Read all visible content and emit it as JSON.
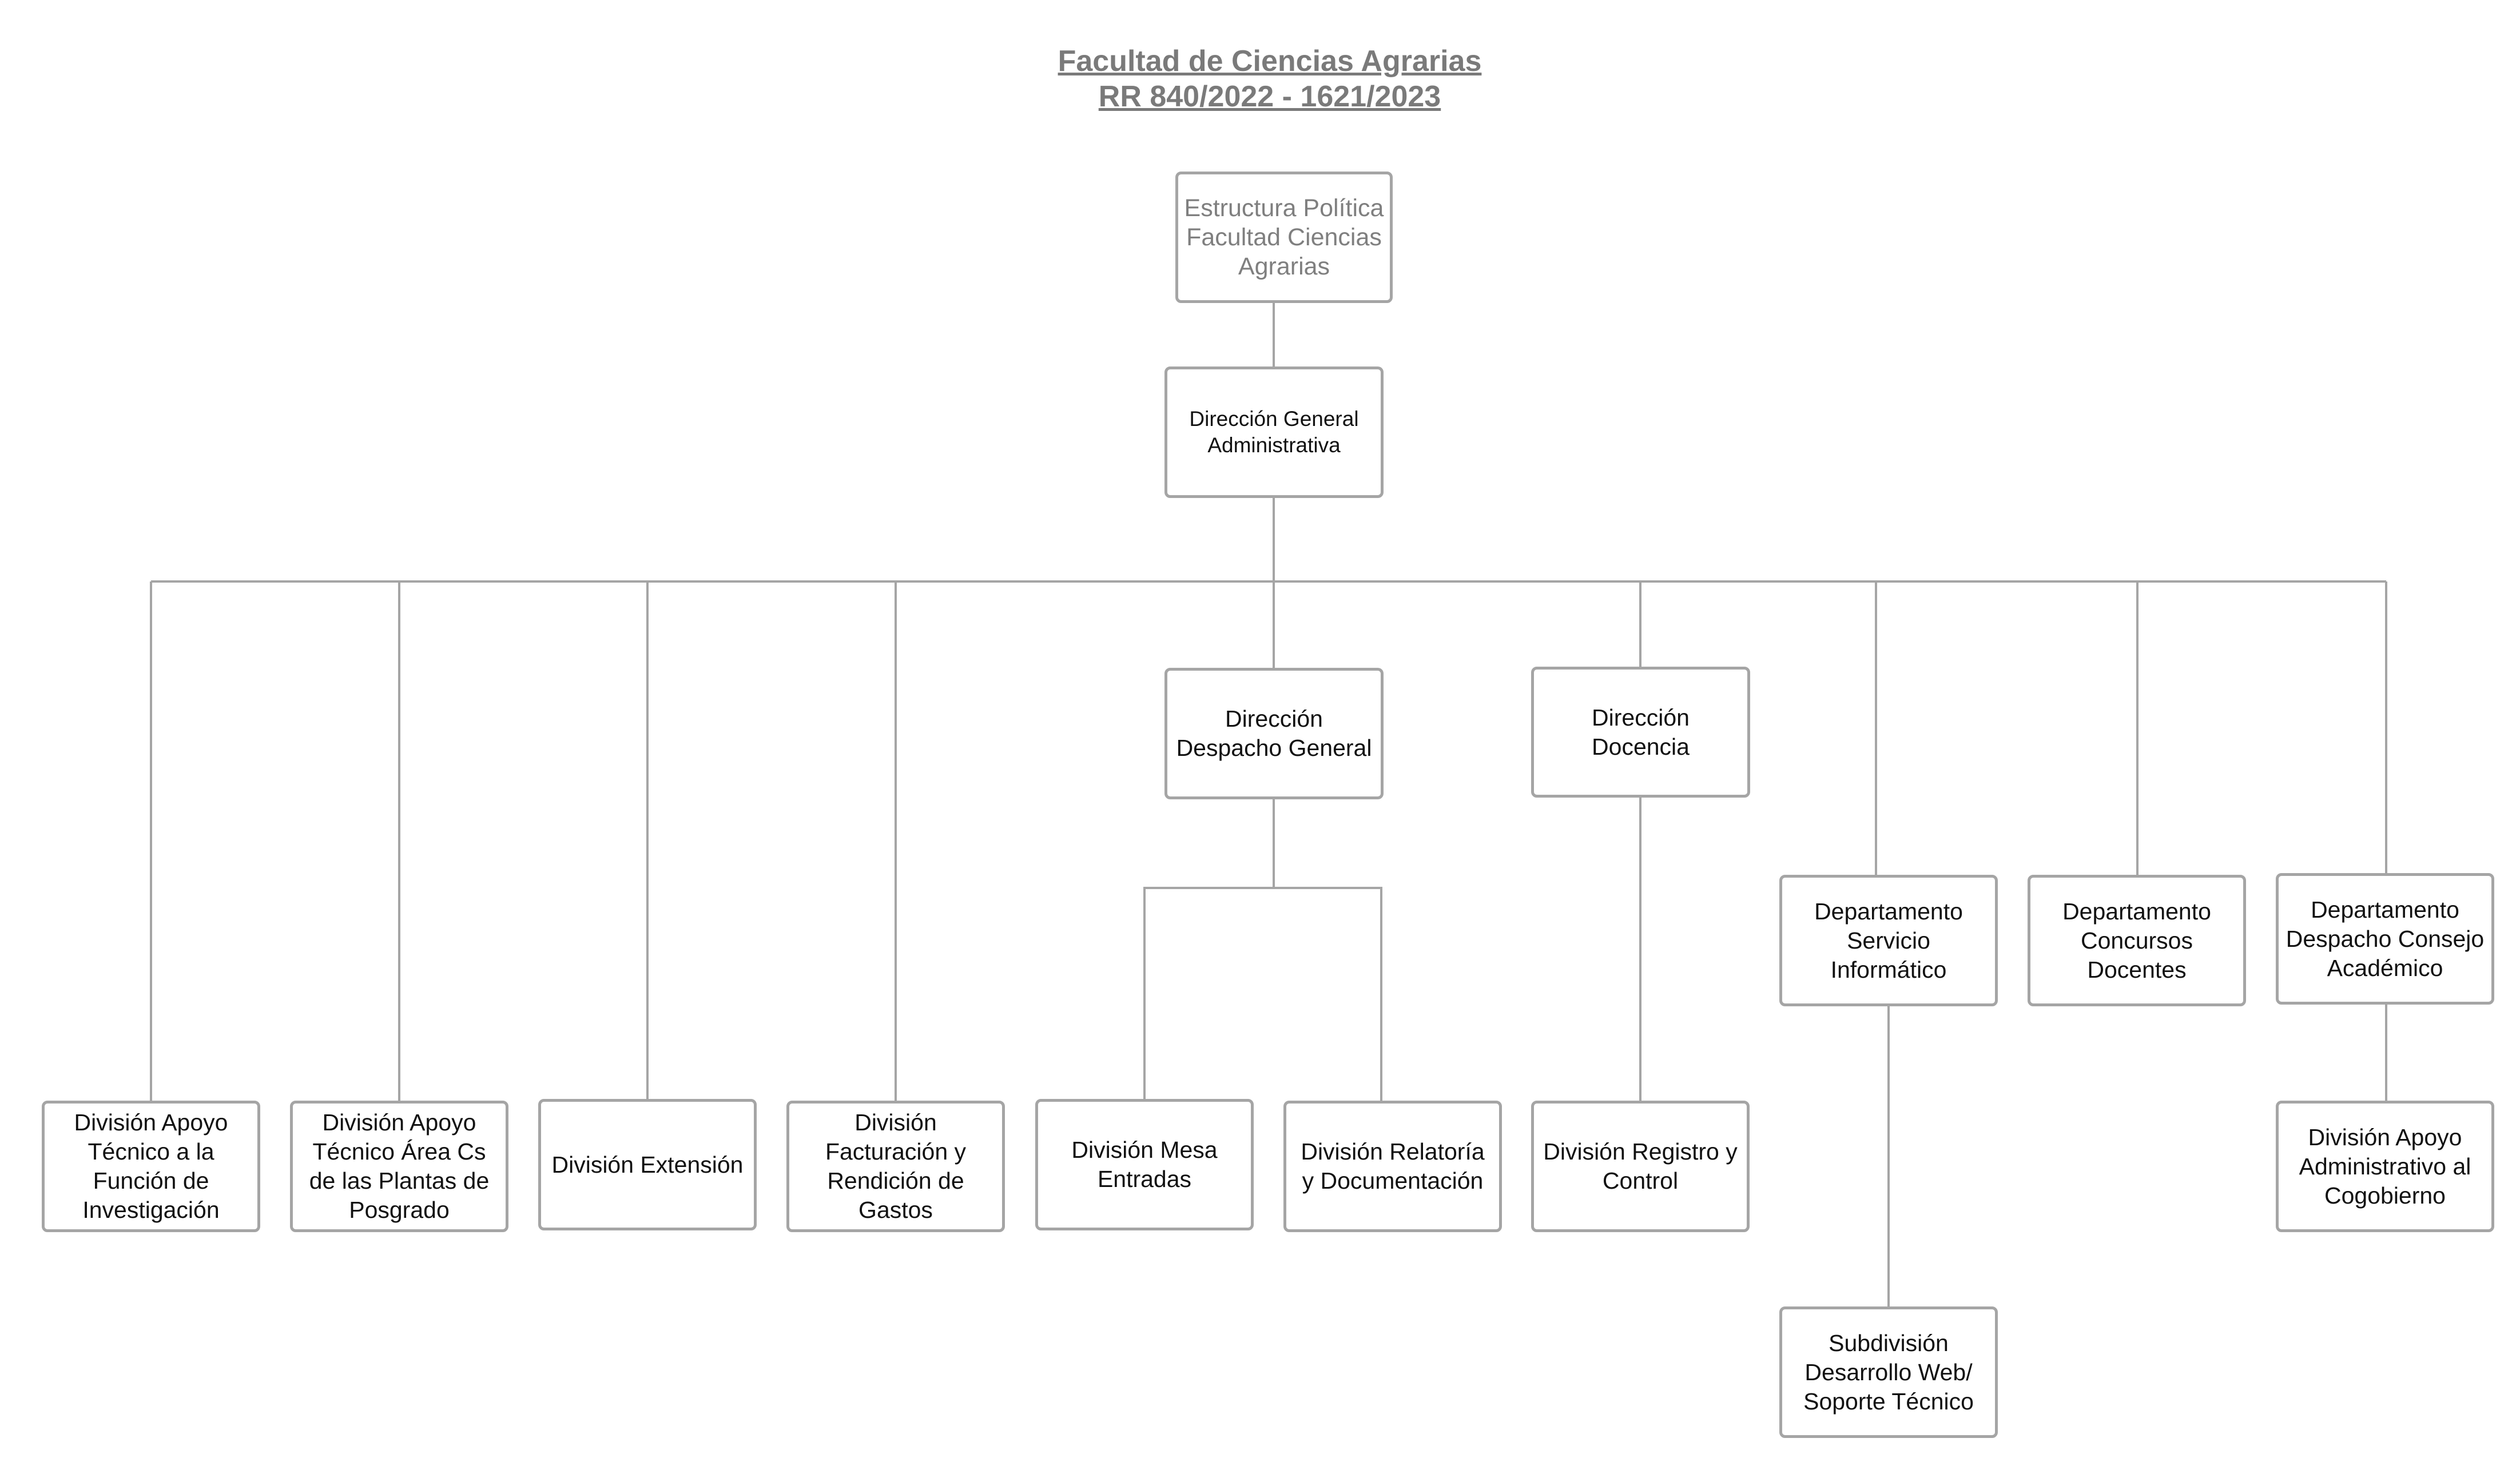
{
  "header": {
    "title": "Facultad de Ciencias Agrarias",
    "subtitle": "RR 840/2022 - 1621/2023"
  },
  "colors": {
    "line": "#a5a5a5",
    "title": "#7a7a7a",
    "root_text": "#7f7f7f"
  },
  "nodes": {
    "root": "Estructura Política\nFacultad Ciencias\nAgrarias",
    "dga": "Dirección General\nAdministrativa",
    "ddg": "Dirección\nDespacho General",
    "ddoc": "Dirección\nDocencia",
    "dep_inf": "Departamento\nServicio\nInformático",
    "dep_conc": "Departamento\nConcursos\nDocentes",
    "dep_desp": "Departamento\nDespacho Consejo\nAcadémico",
    "div_inv": "División Apoyo\nTécnico a la\nFunción de\nInvestigación",
    "div_pos": "División Apoyo\nTécnico Área Cs\nde las Plantas de\nPosgrado",
    "div_ext": "División Extensión",
    "div_fac": "División\nFacturación y\nRendición de\nGastos",
    "div_mesa": "División Mesa\nEntradas",
    "div_rel": "División Relatoría\ny Documentación",
    "div_reg": "División Registro y\nControl",
    "div_cog": "División Apoyo\nAdministrativo al\nCogobierno",
    "sub_web": "Subdivisión\nDesarrollo Web/\nSoporte Técnico"
  }
}
